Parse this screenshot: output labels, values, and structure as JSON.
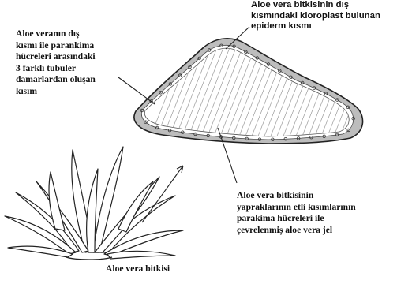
{
  "labels": {
    "outer_layer": "Aloe veranın dış\nkısmı ile parankima\nhücreleri arasındaki\n3 farklı tubuler\ndamarlardan oluşan\nkısım",
    "epidermis": "Aloe vera bitkisinin dış\nkısmındaki kloroplast bulunan\nepiderm kısmı",
    "gel": "Aloe vera bitkisinin\nyapraklarının etli kısımlarının\nparakima hücreleri ile\nçevrelenmiş aloe vera jel",
    "plant": "Aloe vera bitkisi"
  },
  "colors": {
    "text": "#111111",
    "line": "#222222",
    "rind": "#bdbdbd",
    "gel_fill": "#ffffff",
    "hatch": "#9a9a9a"
  }
}
